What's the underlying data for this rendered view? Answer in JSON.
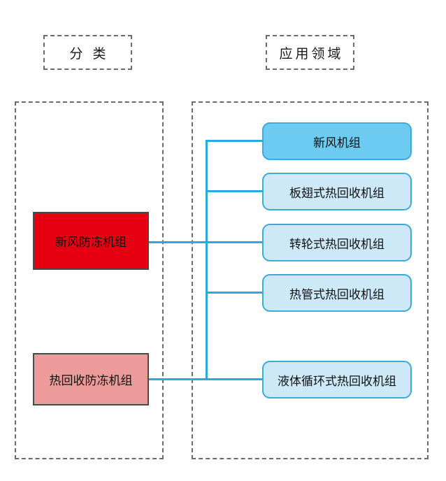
{
  "headers": {
    "category": "分 类",
    "domain": "应用领域"
  },
  "categories": [
    {
      "id": "fresh-air",
      "label": "新风防冻机组",
      "color": "#E60012"
    },
    {
      "id": "heat-recovery",
      "label": "热回收防冻机组",
      "color": "#EC9A9A"
    }
  ],
  "applications": [
    {
      "id": "fresh-air-unit",
      "label": "新风机组",
      "color": "#6DCAF0"
    },
    {
      "id": "plate-fin-heat-rec",
      "label": "板翅式热回收机组",
      "color": "#CDE9F8"
    },
    {
      "id": "rotary-wheel-heat-rec",
      "label": "转轮式热回收机组",
      "color": "#CDE9F8"
    },
    {
      "id": "heat-pipe-heat-rec",
      "label": "热管式热回收机组",
      "color": "#CDE9F8"
    },
    {
      "id": "liquid-loop-heat-rec",
      "label": "液体循环式热回收机组",
      "color": "#CDE9F8"
    }
  ],
  "connector_color": "#29ABE2",
  "border_color": "#6b6b6b"
}
